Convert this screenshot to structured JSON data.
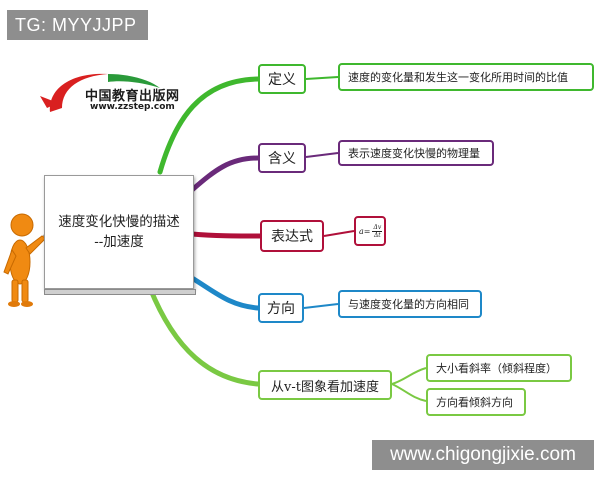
{
  "watermarks": {
    "top_left": "TG: MYYJJPP",
    "bottom_right": "www.chigongjixie.com"
  },
  "logo": {
    "name": "中国教育出版网",
    "url": "www.zzstep.com"
  },
  "center": {
    "line1": "速度变化快慢的描述",
    "line2": "--加速度"
  },
  "branches": [
    {
      "label": "定义",
      "color": "#3fb82e",
      "leaves": [
        "速度的变化量和发生这一变化所用时间的比值"
      ]
    },
    {
      "label": "含义",
      "color": "#6a2a7a",
      "leaves": [
        "表示速度变化快慢的物理量"
      ]
    },
    {
      "label": "表达式",
      "color": "#b0103a",
      "formula": {
        "lhs": "a",
        "eq": "=",
        "num": "Δv",
        "den": "Δt"
      }
    },
    {
      "label": "方向",
      "color": "#1e88c8",
      "leaves": [
        "与速度变化量的方向相同"
      ]
    },
    {
      "label": "从v-t图象看加速度",
      "color": "#7ac943",
      "leaves": [
        "大小看斜率（倾斜程度）",
        "方向看倾斜方向"
      ]
    }
  ]
}
